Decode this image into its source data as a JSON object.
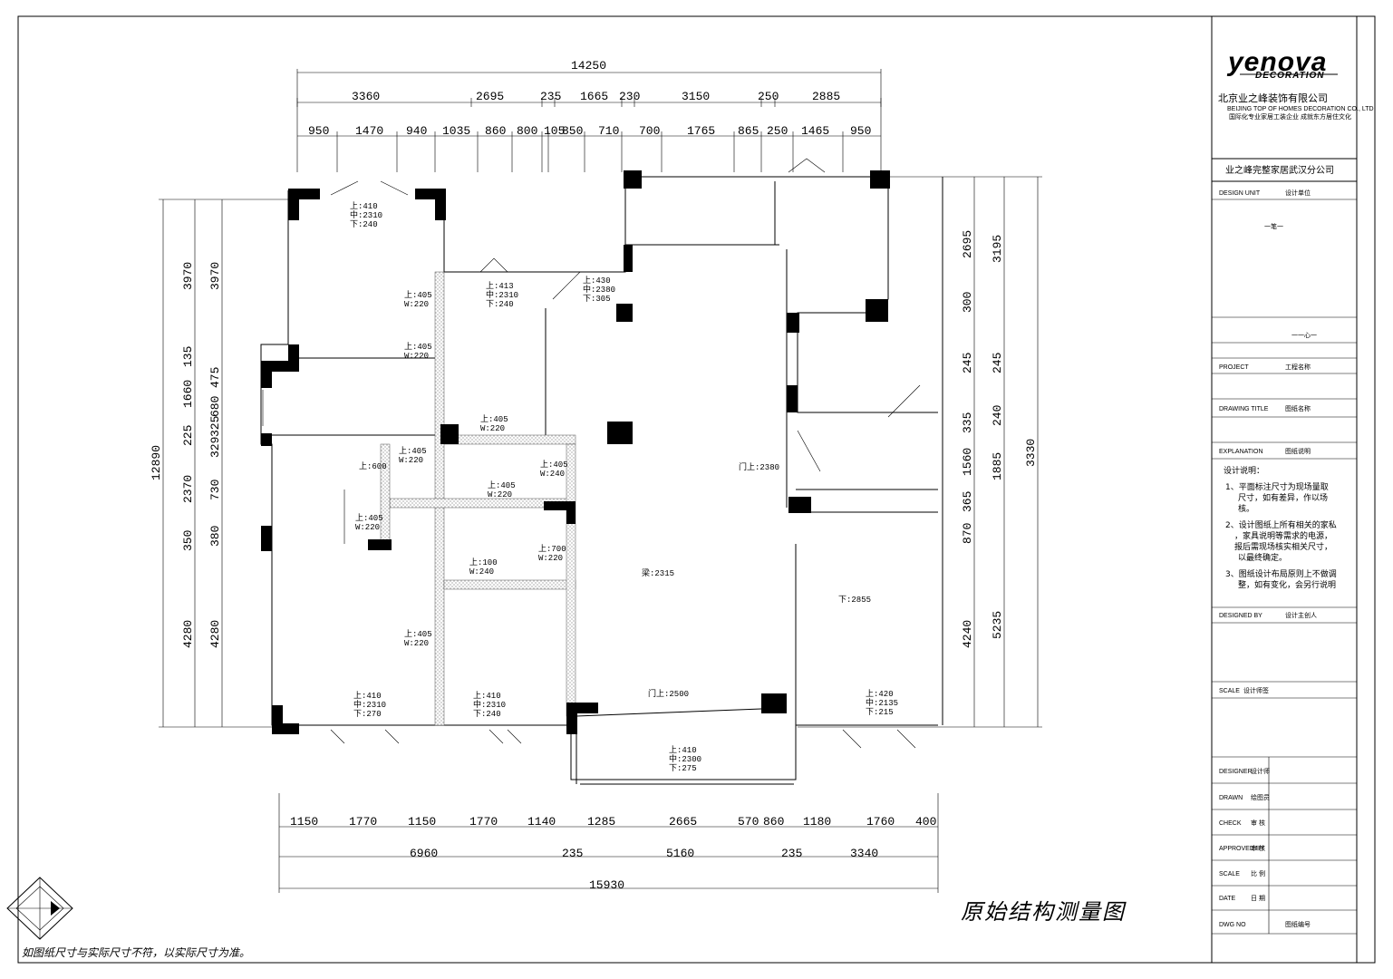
{
  "company": {
    "logo": "yenova",
    "logo_sub": "DECORATION",
    "name_cn": "北京业之峰装饰有限公司",
    "name_en": "BEIJING TOP OF HOMES DECORATION CO., LTD",
    "tagline": "国际化专业家居工装企业 成就东方居住文化",
    "branch": "业之峰完整家居武汉分公司"
  },
  "title_block": {
    "rows": [
      {
        "label": "DESIGN UNIT",
        "value": "设计单位"
      },
      {
        "label": "",
        "value": "一笔一"
      },
      {
        "label": "",
        "value": "一一心一"
      },
      {
        "label": "PROJECT",
        "value": "工程名称"
      },
      {
        "label": "DRAWING TITLE",
        "value": "图纸名称"
      },
      {
        "label": "EXPLANATION",
        "value": "图纸说明"
      }
    ],
    "notes_title": "设计说明：",
    "notes": [
      "1、平面标注尺寸为现场量取",
      "尺寸，如有差异，作以场",
      "核。",
      "2、设计图纸上所有相关的家私",
      "，家具说明等需求的电源，",
      "报后需现场核实相关尺寸，",
      "以最终确定。",
      "3、图纸设计布局原则上不做调",
      "整，如有变化，会另行说明"
    ],
    "designer_row": {
      "label": "DESIGNED BY",
      "value": "设计主创人"
    },
    "scale_row": {
      "label": "SCALE",
      "value": "设计师签"
    },
    "sign_rows": [
      {
        "label": "DESIGNER",
        "value": "设计师"
      },
      {
        "label": "DRAWN",
        "value": "绘图员"
      },
      {
        "label": "CHECK",
        "value": "审 核"
      },
      {
        "label": "APPROVED BY",
        "value": "审 核"
      },
      {
        "label": "SCALE",
        "value": "比 例"
      },
      {
        "label": "DATE",
        "value": "日 期"
      },
      {
        "label": "DWG NO",
        "value": "图纸编号"
      }
    ]
  },
  "drawing": {
    "title": "原始结构测量图",
    "disclaimer": "如图纸尺寸与实际尺寸不符，以实际尺寸为准。",
    "top_total": "14250",
    "top_row1": [
      "3360",
      "2695",
      "235",
      "1665",
      "230",
      "3150",
      "250",
      "2885"
    ],
    "top_row2": [
      "950",
      "1470",
      "940",
      "1035",
      "860",
      "800",
      "105",
      "850",
      "710",
      "700",
      "1765",
      "865",
      "250",
      "1465",
      "950"
    ],
    "bottom_row1": [
      "1150",
      "1770",
      "1150",
      "1770",
      "1140",
      "1285",
      "2665",
      "570",
      "860",
      "1180",
      "1760",
      "400"
    ],
    "bottom_row2": [
      "6960",
      "235",
      "5160",
      "235",
      "3340"
    ],
    "bottom_total": "15930",
    "left_total": "12890",
    "left_col1": [
      "3970",
      "135",
      "1660",
      "225",
      "2370",
      "350",
      "4280"
    ],
    "left_col2": [
      "3970",
      "475",
      "680",
      "325",
      "329",
      "730",
      "380",
      "4280"
    ],
    "right_col1": [
      "2695",
      "300",
      "245",
      "335",
      "1560",
      "365",
      "870",
      "4240"
    ],
    "right_col2": [
      "3195",
      "245",
      "240",
      "1885",
      "5235"
    ],
    "right_total": "3330",
    "room_labels": [
      {
        "l1": "上:410",
        "l2": "中:2310",
        "l3": "下:240"
      },
      {
        "l1": "上:405",
        "l2": "W:220"
      },
      {
        "l1": "上:413",
        "l2": "中:2310",
        "l3": "下:240"
      },
      {
        "l1": "上:430",
        "l2": "中:2380",
        "l3": "下:305"
      },
      {
        "l1": "上:405",
        "l2": "W:220"
      },
      {
        "l1": "上:405",
        "l2": "W:220"
      },
      {
        "l1": "上:405",
        "l2": "W:220"
      },
      {
        "l1": "上:405",
        "l2": "W:240"
      },
      {
        "l1": "上:405",
        "l2": "W:220"
      },
      {
        "l1": "上:100",
        "l2": "W:240"
      },
      {
        "l1": "上:700",
        "l2": "W:220"
      },
      {
        "l1": "上:405",
        "l2": "W:220"
      },
      {
        "l1": "上:405",
        "l2": "W:220"
      },
      {
        "l1": "上:410",
        "l2": "中:2310",
        "l3": "下:270"
      },
      {
        "l1": "上:410",
        "l2": "中:2310",
        "l3": "下:240"
      },
      {
        "l1": "上:410",
        "l2": "中:2300",
        "l3": "下:275"
      },
      {
        "l1": "上:420",
        "l2": "中:2135",
        "l3": "下:215"
      }
    ],
    "beam_labels": [
      "门上:2380",
      "梁:2315",
      "门上:2500",
      "下:2855",
      "上:600"
    ]
  }
}
